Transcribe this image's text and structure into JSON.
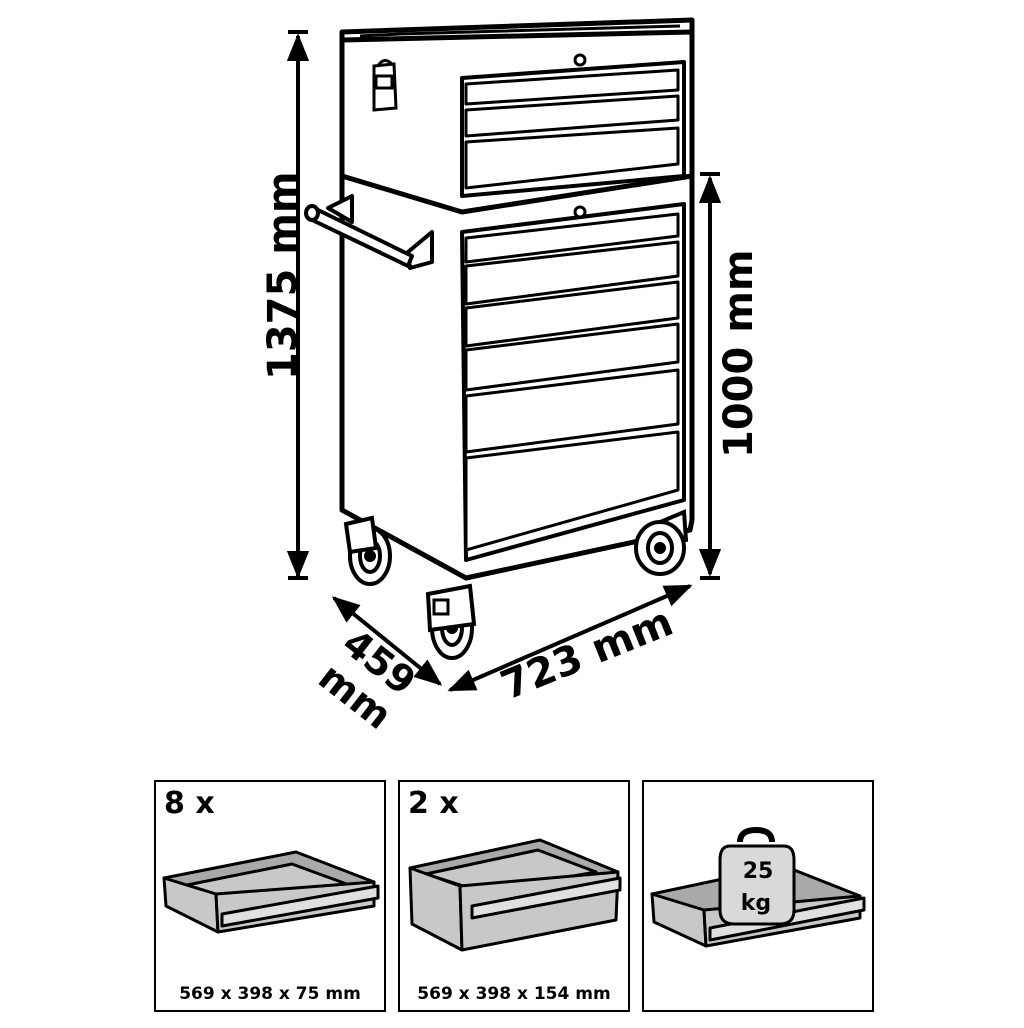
{
  "dimensions": {
    "total_height": "1375 mm",
    "base_height": "1000 mm",
    "width": "723 mm",
    "depth_value": "459",
    "depth_unit": "mm"
  },
  "panels": [
    {
      "quantity": "8 x",
      "size": "569 x 398 x 75 mm"
    },
    {
      "quantity": "2 x",
      "size": "569 x 398 x 154 mm"
    },
    {
      "weight_value": "25",
      "weight_unit": "kg"
    }
  ],
  "colors": {
    "line": "#000000",
    "drawer_gray": "#c8c8c8",
    "drawer_dark": "#a9a9a9",
    "weight_gray": "#d9d9d9"
  }
}
